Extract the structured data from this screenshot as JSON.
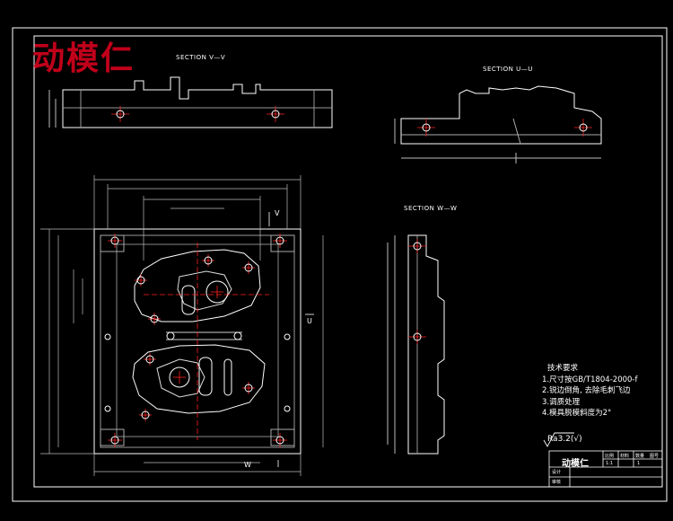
{
  "title": "动模仁",
  "sections": {
    "v": "SECTION V—V",
    "u": "SECTION U—U",
    "w": "SECTION W—W"
  },
  "notes": {
    "heading": "技术要求",
    "items": [
      "1.尺寸按GB/T1804-2000-f",
      "2.锐边倒角, 去除毛刺飞边",
      "3.调质处理",
      "4.模具脱模斜度为2°"
    ]
  },
  "roughness": "Ra3.2(√)",
  "title_block": {
    "name": "动模仁",
    "headers": [
      "比例",
      "材料",
      "数量",
      "图号"
    ],
    "scale": "1:1",
    "count": "1",
    "rows": [
      "设计",
      "审核"
    ]
  },
  "colors": {
    "outline": "#ffffff",
    "dimension": "#c8c8c8",
    "centerline": "#ff2020",
    "title": "#c0001a",
    "background": "#000000"
  }
}
